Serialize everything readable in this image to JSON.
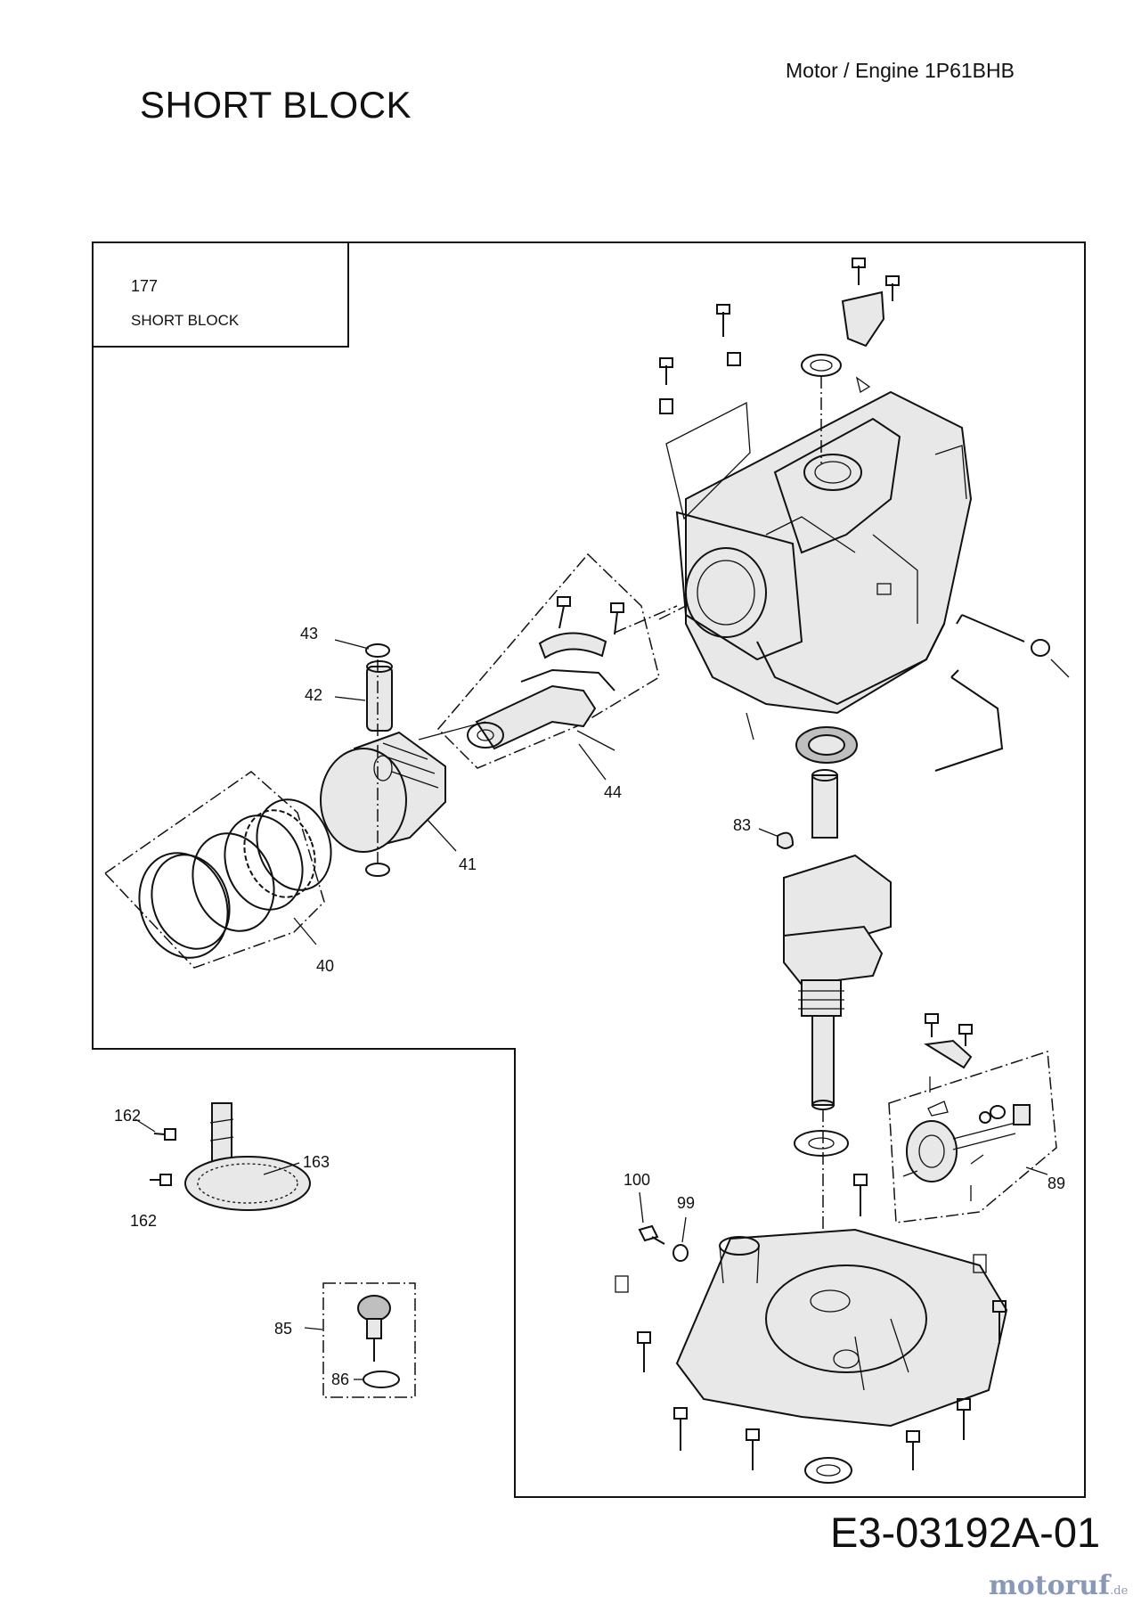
{
  "header": {
    "engine_label": "Motor / Engine  1P61BHB",
    "title": "SHORT BLOCK"
  },
  "title_box": {
    "number": "177",
    "name": "SHORT BLOCK"
  },
  "callouts": {
    "c40": "40",
    "c41": "41",
    "c42": "42",
    "c43": "43",
    "c44": "44",
    "c83": "83",
    "c85": "85",
    "c86": "86",
    "c89": "89",
    "c99": "99",
    "c100": "100",
    "c162a": "162",
    "c162b": "162",
    "c163": "163"
  },
  "footer": {
    "doc_code": "E3-03192A-01",
    "watermark_brand": "motoruf",
    "watermark_tld": ".de"
  }
}
